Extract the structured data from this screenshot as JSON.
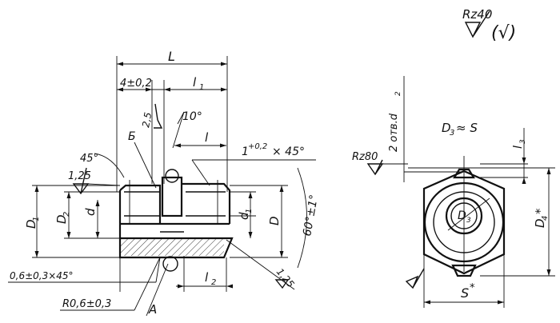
{
  "drawing": {
    "roughness": {
      "general_mark": "Rz40",
      "general_paren": "(√)",
      "face_mark": "Rz80"
    },
    "side_view": {
      "dim_L": "L",
      "dim_4": "4±0,2",
      "dim_l1": "l",
      "sub_1": "1",
      "dim_25": "2,5",
      "dim_10deg": "10°",
      "label_B": "Б",
      "dim_45": "45°",
      "dim_125_left": "1,25",
      "dim_l": "l",
      "dim_chamfer": "1",
      "dim_chamfer_sup": "+0,2",
      "dim_chamfer_tail": "× 45°",
      "dim_D1": "D",
      "sub_D1": "1",
      "dim_D2": "D",
      "sub_D2": "2",
      "dim_d": "d",
      "dim_d1": "d",
      "sub_d1": "1",
      "dim_D": "D",
      "dim_60": "60°±1°",
      "dim_125_right": "1,25",
      "dim_06": "0,6±0,3×45°",
      "dim_R": "R0,6±0,3",
      "label_A": "A",
      "dim_l2": "l",
      "sub_l2": "2"
    },
    "end_view": {
      "holes": "2 отв.d",
      "sub_holes": "2",
      "dim_D3_eq": "D",
      "sub_D3_eq": "3",
      "dim_D3_eq_tail": " ≈ S",
      "dim_D3_in": "D",
      "sub_D3_in": "3",
      "dim_l3": "l",
      "sub_l3": "3",
      "dim_D4": "D",
      "sub_D4": "4",
      "star_D4": "*",
      "dim_S": "S",
      "star_S": "*"
    }
  }
}
